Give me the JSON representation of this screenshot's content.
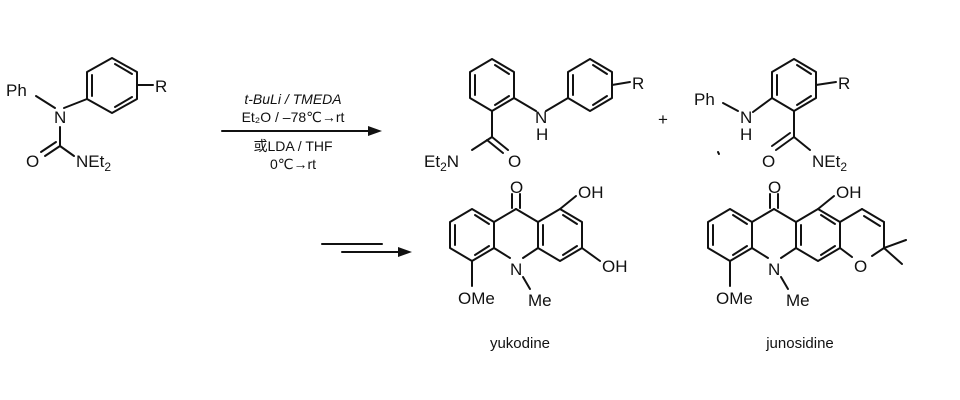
{
  "scheme": {
    "conditions": {
      "line1": "t-BuLi / TMEDA",
      "line2": "Et₂O / –78℃→rt",
      "line3": "或LDA / THF",
      "line4": "0℃→rt"
    },
    "starting_material": {
      "ph": "Ph",
      "n": "N",
      "o": "O",
      "net2": "NEt",
      "net2_sub": "2",
      "r": "R"
    },
    "product_a": {
      "r": "R",
      "n": "N",
      "h": "H",
      "o": "O",
      "et2n": "Et",
      "et2n_sub": "2",
      "et2n_n": "N"
    },
    "plus": "+",
    "product_b": {
      "ph": "Ph",
      "n": "N",
      "h": "H",
      "r": "R",
      "o": "O",
      "net2": "NEt",
      "net2_sub": "2"
    },
    "yukodine": {
      "name": "yukodine",
      "o": "O",
      "oh1": "OH",
      "oh2": "OH",
      "n": "N",
      "me": "Me",
      "ome": "OMe"
    },
    "junosidine": {
      "name": "junosidine",
      "o": "O",
      "oh": "OH",
      "ring_o": "O",
      "n": "N",
      "me": "Me",
      "ome": "OMe"
    }
  }
}
